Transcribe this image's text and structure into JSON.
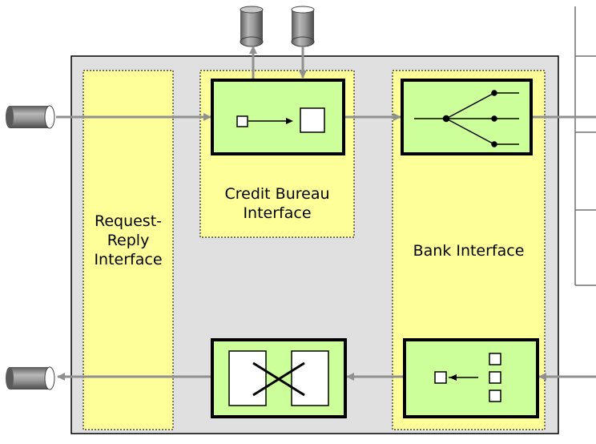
{
  "zones": {
    "request_reply": {
      "label": "Request-\nReply\nInterface"
    },
    "credit_bureau": {
      "label": "Credit Bureau\nInterface"
    },
    "bank": {
      "label": "Bank Interface"
    }
  },
  "colors": {
    "container_fill": "#e0e0e0",
    "zone_fill": "#ffff99",
    "component_fill": "#ccff99",
    "channel_fill": "#808080",
    "arrow": "#909090"
  },
  "icons": {
    "translator": "translator-icon",
    "recipient_list": "recipient-list-icon",
    "aggregator": "aggregator-icon",
    "normalizer": "normalizer-icon",
    "channel": "channel-cylinder-icon"
  }
}
